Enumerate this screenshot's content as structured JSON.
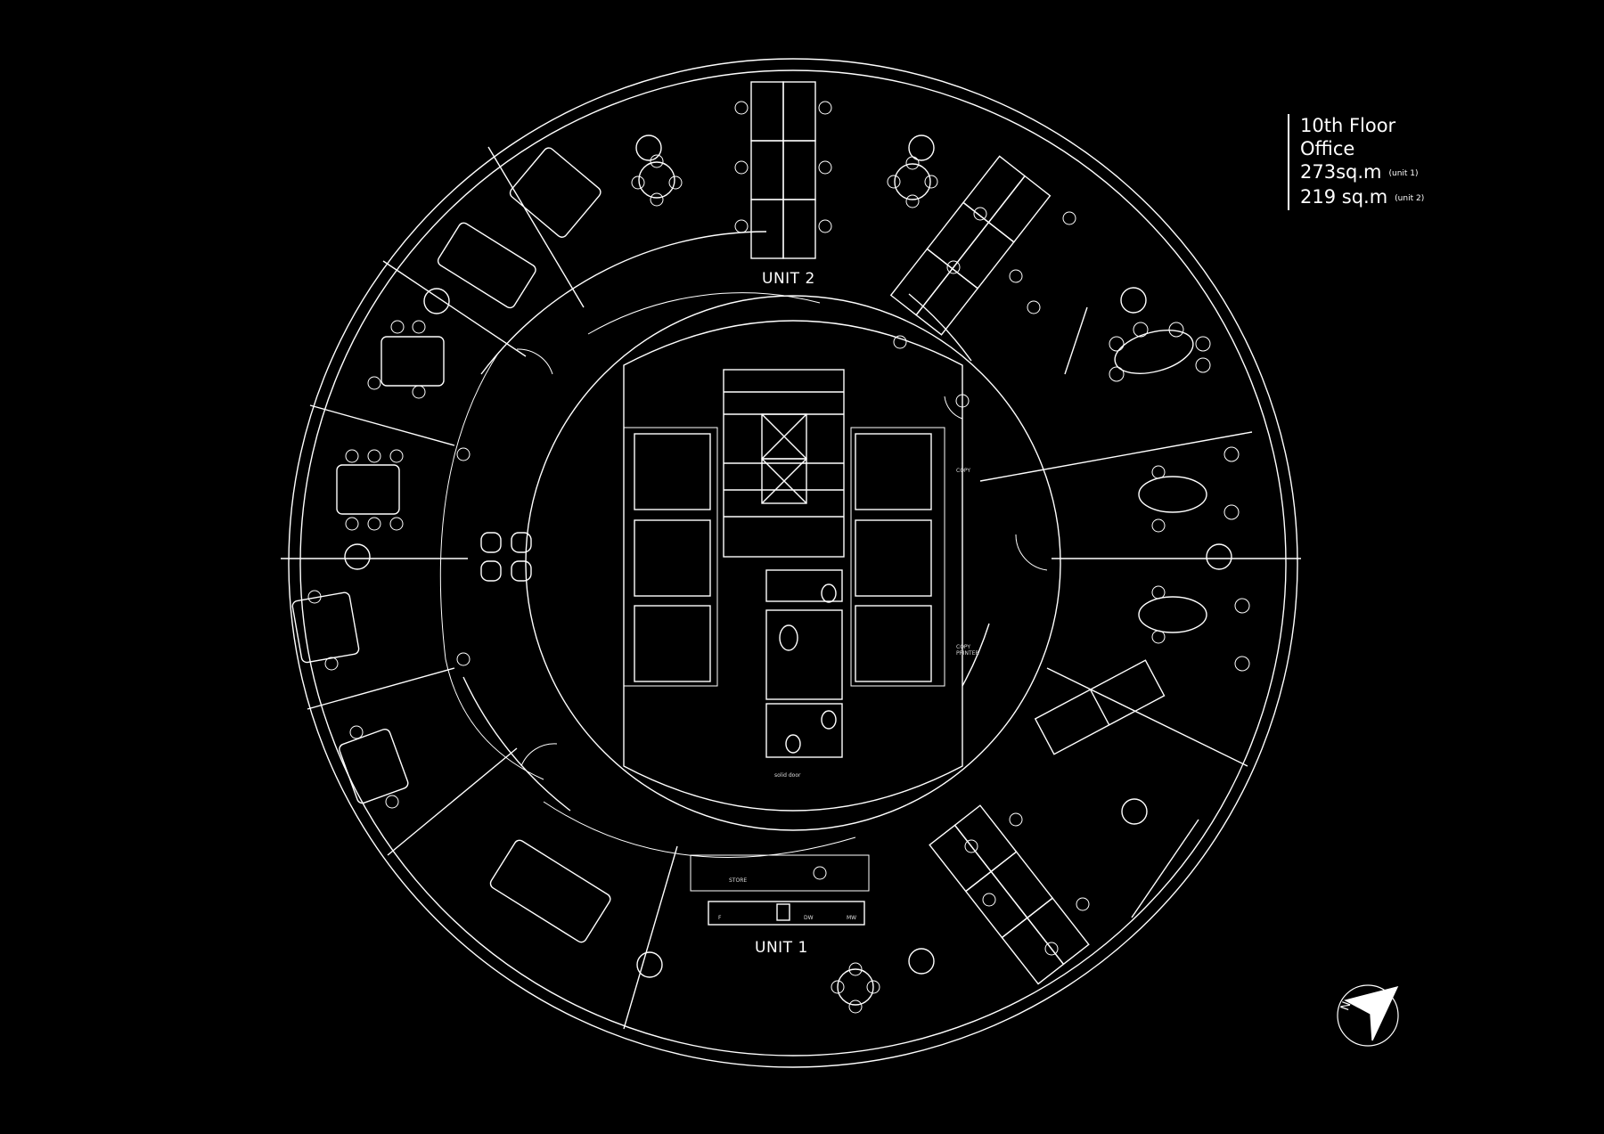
{
  "legend": {
    "floor": "10th Floor",
    "use": "Office",
    "unit1_area": "273sq.m",
    "unit1_note": "(unit 1)",
    "unit2_area": "219 sq.m",
    "unit2_note": "(unit 2)"
  },
  "labels": {
    "unit1": "UNIT 1",
    "unit2": "UNIT 2",
    "solid_door": "solid door",
    "copy_left": "COPY",
    "copy_right": "COPY PRINTER",
    "store": "STORE",
    "fridge": "F",
    "dishwasher": "DW",
    "microwave": "MW"
  },
  "compass": {
    "north_letter": "N"
  },
  "colors": {
    "background": "#000000",
    "lines": "#ffffff"
  }
}
